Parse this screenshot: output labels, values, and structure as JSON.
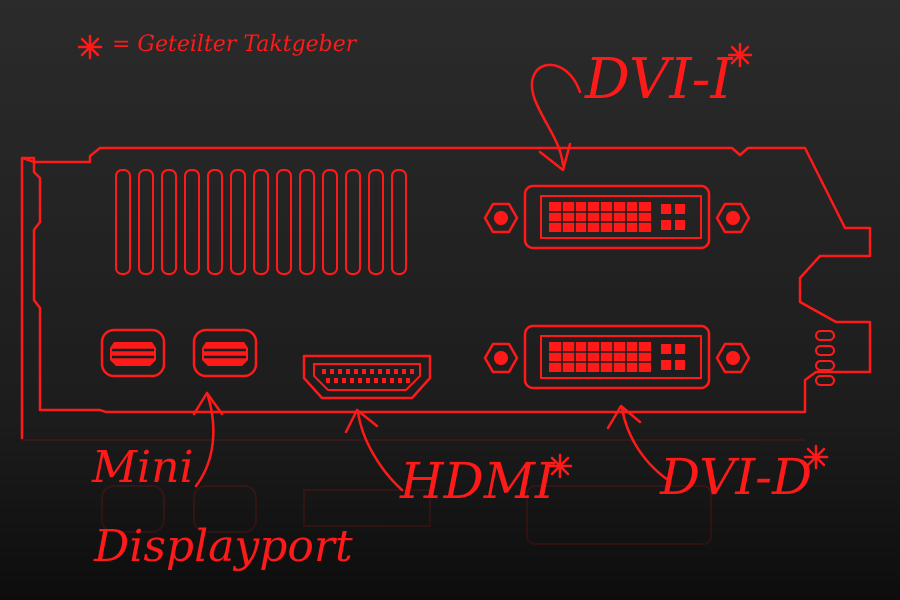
{
  "legend": {
    "text": "= Geteilter Taktgeber",
    "marker": "asterisk-icon"
  },
  "labels": {
    "dvi_i": "DVI-I",
    "hdmi": "HDMI",
    "dvi_d": "DVI-D",
    "mini_displayport_line1": "Mini",
    "mini_displayport_line2": "Displayport"
  },
  "colors": {
    "accent": "#ff1a1a",
    "background": "#222222"
  }
}
